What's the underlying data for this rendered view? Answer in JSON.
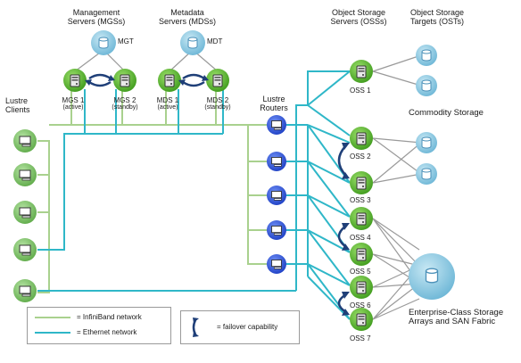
{
  "diagram": {
    "headers": {
      "management_servers": [
        "Management",
        "Servers (MGSs)"
      ],
      "metadata_servers": [
        "Metadata",
        "Servers (MDSs)"
      ],
      "object_storage_servers": [
        "Object Storage",
        "Servers (OSSs)"
      ],
      "object_storage_targets": [
        "Object Storage",
        "Targets (OSTs)"
      ],
      "lustre_clients": [
        "Lustre",
        "Clients"
      ],
      "lustre_routers": [
        "Lustre",
        "Routers"
      ]
    },
    "targets": {
      "mgt": "MGT",
      "mdt": "MDT"
    },
    "servers": {
      "mgs1": {
        "name": "MGS 1",
        "role": "(active)"
      },
      "mgs2": {
        "name": "MGS 2",
        "role": "(standby)"
      },
      "mds1": {
        "name": "MDS 1",
        "role": "(active)"
      },
      "mds2": {
        "name": "MDS 2",
        "role": "(standby)"
      }
    },
    "oss": [
      "OSS 1",
      "OSS 2",
      "OSS 3",
      "OSS 4",
      "OSS 5",
      "OSS 6",
      "OSS 7"
    ],
    "storage_labels": {
      "commodity": "Commodity Storage",
      "enterprise": [
        "Enterprise-Class Storage",
        "Arrays and SAN Fabric"
      ]
    },
    "legend": {
      "infiniband": "= InfiniBand network",
      "ethernet": "= Ethernet network",
      "failover": "= failover capability"
    },
    "colors": {
      "infiniband": "#a9d18e",
      "ethernet": "#2fb7c8",
      "server_green": "#5ab22e",
      "router_blue": "#2f57d9",
      "client_green": "#7fc26b",
      "storage_blue": "#8fcbe3",
      "failover_arrow": "#1f3f78"
    },
    "icons": {
      "server": "server-icon",
      "storage": "disk-cylinder-icon",
      "client": "workstation-icon",
      "router": "router-icon",
      "failover": "failover-arrow-icon"
    }
  }
}
